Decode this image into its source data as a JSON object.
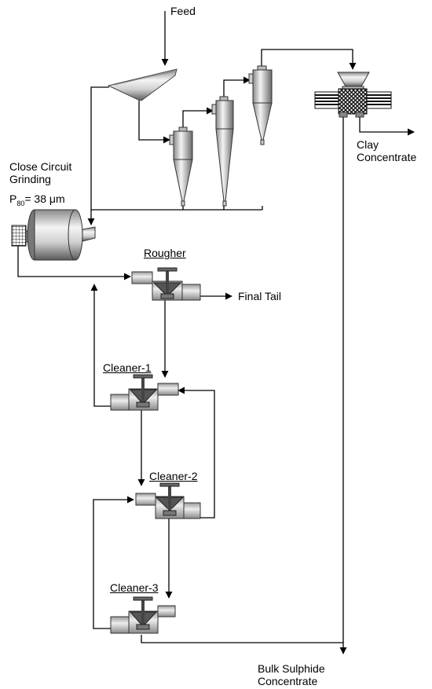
{
  "labels": {
    "feed": "Feed",
    "clay_line1": "Clay",
    "clay_line2": "Concentrate",
    "grinding_line1": "Close Circuit",
    "grinding_line2": "Grinding",
    "p80_main": "P",
    "p80_sub": "80",
    "p80_value": "= 38 μm",
    "final_tail": "Final Tail",
    "bulk_line1": "Bulk Sulphide",
    "bulk_line2": "Concentrate"
  },
  "cells": {
    "rougher": "Rougher",
    "cleaner1": "Cleaner-1",
    "cleaner2": "Cleaner-2",
    "cleaner3": "Cleaner-3"
  },
  "colors": {
    "line": "#000000",
    "equipment_dark": "#555555",
    "equipment_light": "#e0e0e0"
  }
}
